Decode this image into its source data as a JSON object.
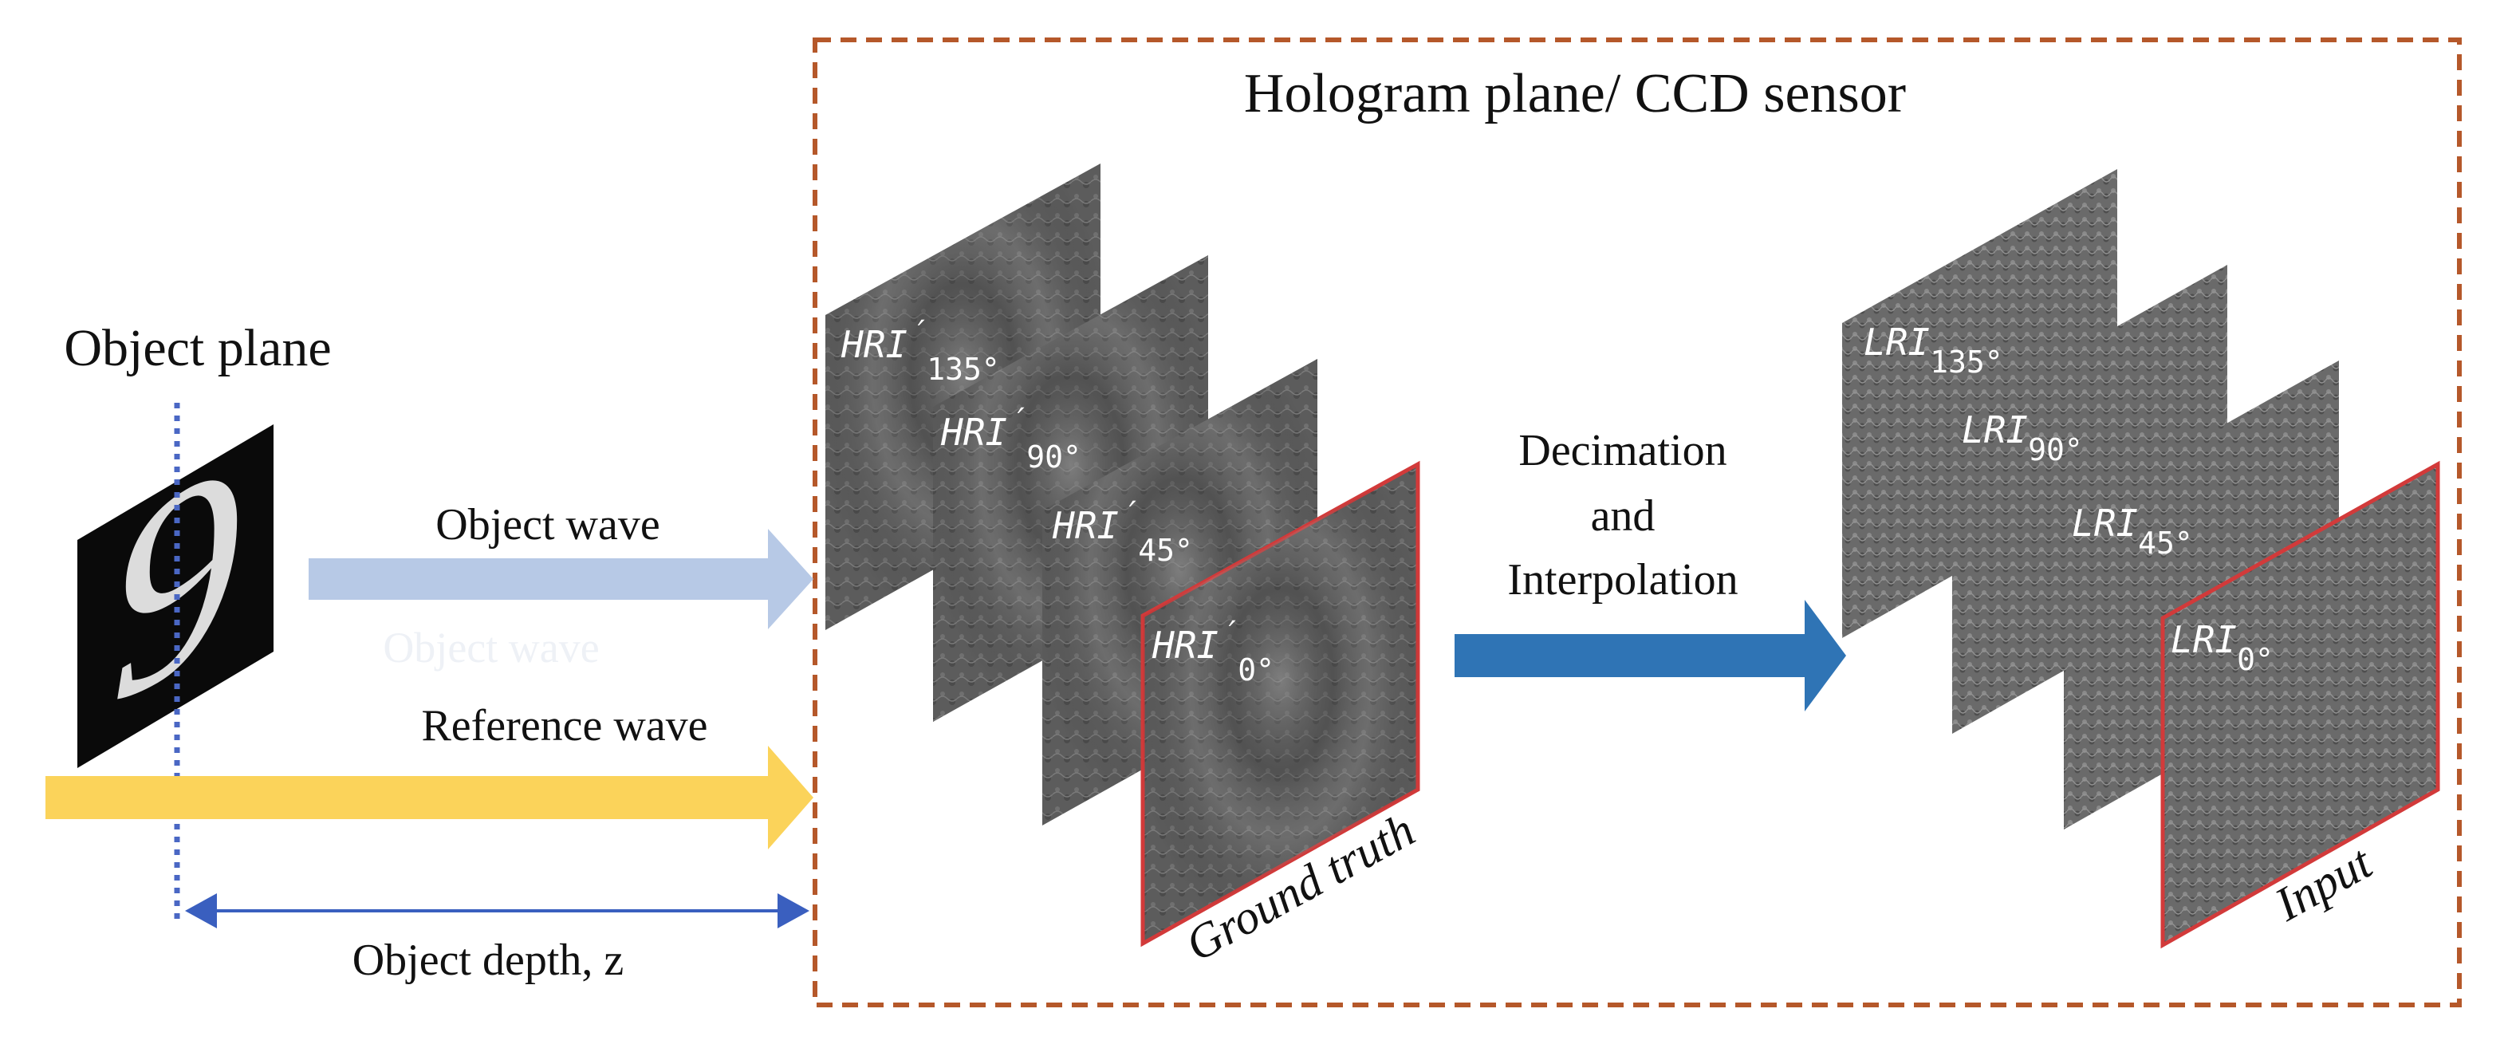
{
  "colors": {
    "frame": "#b5582a",
    "object_wave": "#b7c9e6",
    "reference_wave": "#fbd35a",
    "decimation_arrow": "#2f74b5",
    "depth_arrow": "#3a5fbf",
    "ground_truth_border": "#d23a3a",
    "optical_axis": "#4a67c4",
    "hologram_panel": "#5f5f5f"
  },
  "labels": {
    "frame_title": "Hologram plane/ CCD sensor",
    "object_plane": "Object plane",
    "object_wave": "Object wave",
    "object_wave_ghost": "Object wave",
    "reference_wave": "Reference wave",
    "object_depth": "Object depth,  z",
    "decimation_line1": "Decimation",
    "decimation_line2": "and",
    "decimation_line3": "Interpolation",
    "ground_truth": "Ground truth",
    "input": "Input",
    "digit": "9"
  },
  "hri_stack": [
    {
      "base": "HRI",
      "prime": "′",
      "sub": "135°"
    },
    {
      "base": "HRI",
      "prime": "′",
      "sub": "90°"
    },
    {
      "base": "HRI",
      "prime": "′",
      "sub": "45°"
    },
    {
      "base": "HRI",
      "prime": "′",
      "sub": "0°"
    }
  ],
  "lri_stack": [
    {
      "base": "LRI",
      "sub": "135°"
    },
    {
      "base": "LRI",
      "sub": "90°"
    },
    {
      "base": "LRI",
      "sub": "45°"
    },
    {
      "base": "LRI",
      "sub": "0°"
    }
  ]
}
